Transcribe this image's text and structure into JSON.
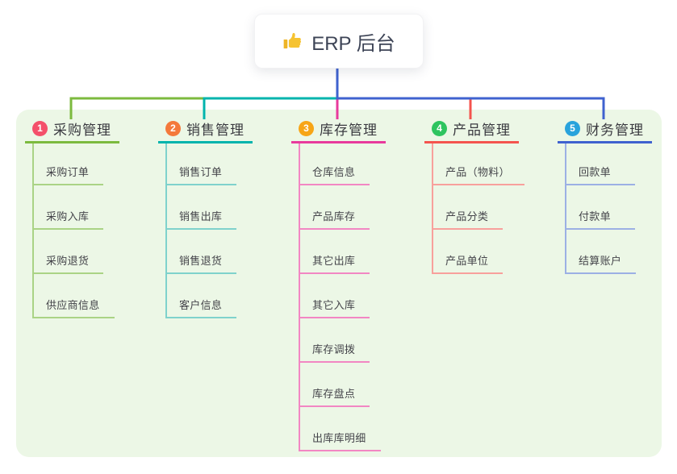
{
  "root": {
    "title": "ERP 后台",
    "icon": "thumbs-up-icon"
  },
  "panel": {
    "background": "#ecf7e6"
  },
  "root_connector_color": "#4262d3",
  "branches": [
    {
      "badge": "1",
      "label": "采购管理",
      "line_color": "#7cba3e",
      "child_line_color": "#aad385",
      "badge_color": "#f4506a",
      "children": [
        "采购订单",
        "采购入库",
        "采购退货",
        "供应商信息"
      ]
    },
    {
      "badge": "2",
      "label": "销售管理",
      "line_color": "#00b4ad",
      "child_line_color": "#7fd2cc",
      "badge_color": "#f4793b",
      "children": [
        "销售订单",
        "销售出库",
        "销售退货",
        "客户信息"
      ]
    },
    {
      "badge": "3",
      "label": "库存管理",
      "line_color": "#e83a9c",
      "child_line_color": "#f287c3",
      "badge_color": "#f7a516",
      "children": [
        "仓库信息",
        "产品库存",
        "其它出库",
        "其它入库",
        "库存调拨",
        "库存盘点",
        "出库库明细"
      ]
    },
    {
      "badge": "4",
      "label": "产品管理",
      "line_color": "#f4544e",
      "child_line_color": "#f8a09c",
      "badge_color": "#2ec45f",
      "children": [
        "产品（物料）",
        "产品分类",
        "产品单位"
      ]
    },
    {
      "badge": "5",
      "label": "财务管理",
      "line_color": "#3f62cf",
      "child_line_color": "#9cb0e4",
      "badge_color": "#29a3dc",
      "children": [
        "回款单",
        "付款单",
        "结算账户"
      ]
    }
  ]
}
